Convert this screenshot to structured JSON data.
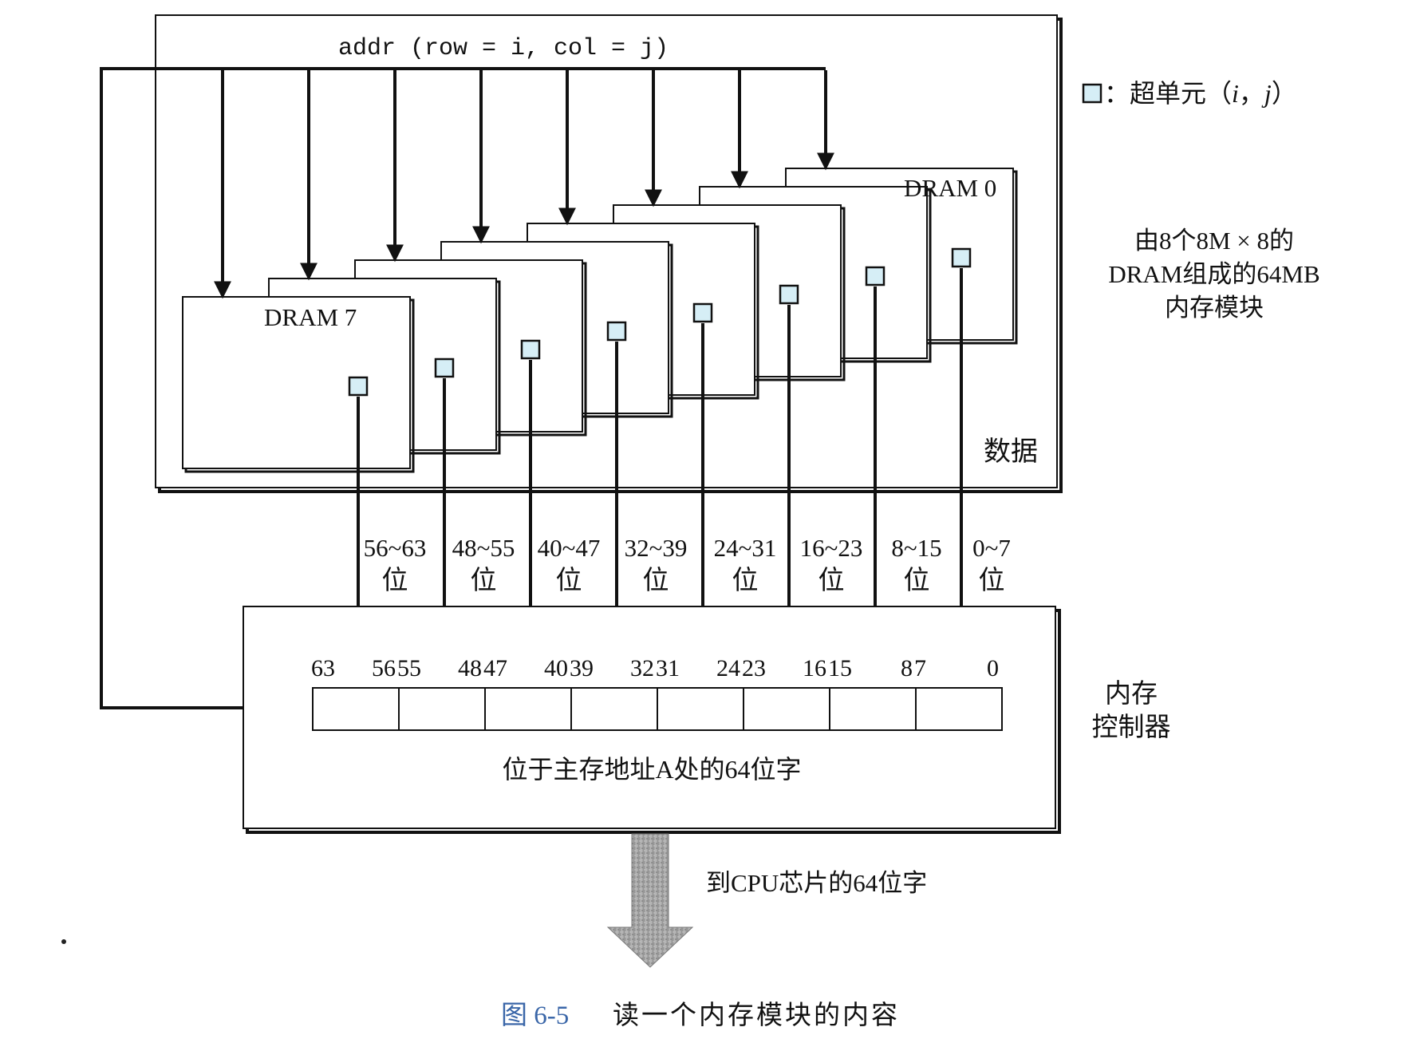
{
  "addr_label": "addr (row = i, col = j)",
  "legend": {
    "symbol": "□",
    "text": "：超单元（i，j）"
  },
  "module_description": [
    "由8个8M × 8的",
    "DRAM组成的64MB",
    "内存模块"
  ],
  "dram_labels": {
    "first": "DRAM 0",
    "last": "DRAM 7"
  },
  "data_label": "数据",
  "bit_ranges": [
    {
      "range": "56~63",
      "unit": "位"
    },
    {
      "range": "48~55",
      "unit": "位"
    },
    {
      "range": "40~47",
      "unit": "位"
    },
    {
      "range": "32~39",
      "unit": "位"
    },
    {
      "range": "24~31",
      "unit": "位"
    },
    {
      "range": "16~23",
      "unit": "位"
    },
    {
      "range": "8~15",
      "unit": "位"
    },
    {
      "range": "0~7",
      "unit": "位"
    }
  ],
  "bit_positions": [
    "63",
    "56",
    "55",
    "48",
    "47",
    "40",
    "39",
    "32",
    "31",
    "24",
    "23",
    "16",
    "15",
    "8",
    "7",
    "0"
  ],
  "word_label": "位于主存地址A处的64位字",
  "controller_label": [
    "内存",
    "控制器"
  ],
  "output_label": "到CPU芯片的64位字",
  "caption": {
    "number": "图 6-5",
    "title": "读一个内存模块的内容"
  },
  "colors": {
    "supercell": "#d6eef6",
    "caption_number": "#3a66a8",
    "line": "#111111"
  }
}
